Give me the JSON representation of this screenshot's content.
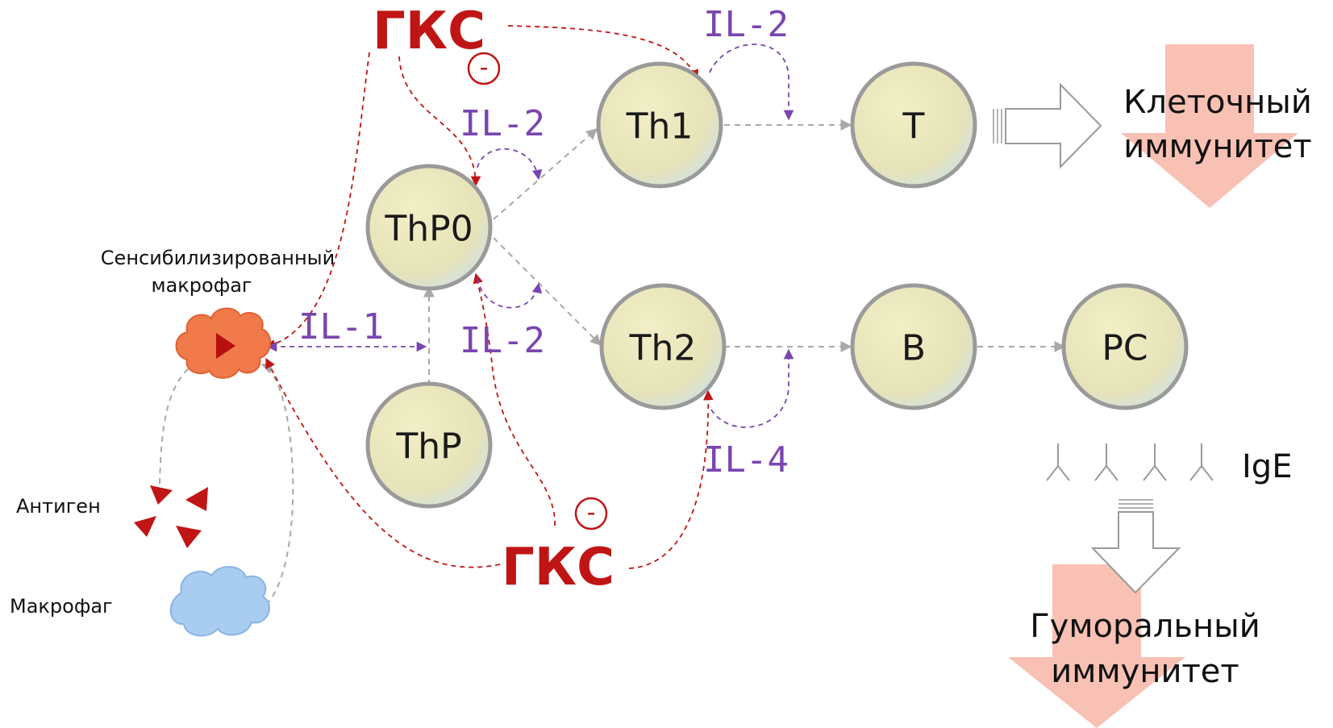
{
  "nodes": {
    "thp0": "ThP0",
    "thp": "ThP",
    "th1": "Th1",
    "th2": "Th2",
    "t": "T",
    "b": "B",
    "pc": "PC"
  },
  "interleukins": {
    "il2_top": "IL-2",
    "il2_thp0_upper": "IL-2",
    "il2_thp0_lower": "IL-2",
    "il1": "IL-1",
    "il4": "IL-4"
  },
  "gks": {
    "top": "ГКС",
    "bottom": "ГКС",
    "minus": "-"
  },
  "labels": {
    "sensitized_line1": "Сенсибилизированный",
    "sensitized_line2": "макрофаг",
    "antigen": "Антиген",
    "macrophage": "Макрофаг",
    "cellular_line1": "Клеточный",
    "cellular_line2": "иммунитет",
    "humoral_line1": "Гуморальный",
    "humoral_line2": "иммунитет",
    "ige": "IgE"
  },
  "colors": {
    "node_fill": "#eae7bd",
    "node_stroke": "#9a9a9a",
    "gks_red": "#c01515",
    "il_purple": "#7a45b0",
    "grey_arrow": "#a8a8a8",
    "salmon_arrow": "#f7b6a6",
    "macrophage_orange": "#f07a4a",
    "macrophage_blue": "#a9cdf0"
  }
}
